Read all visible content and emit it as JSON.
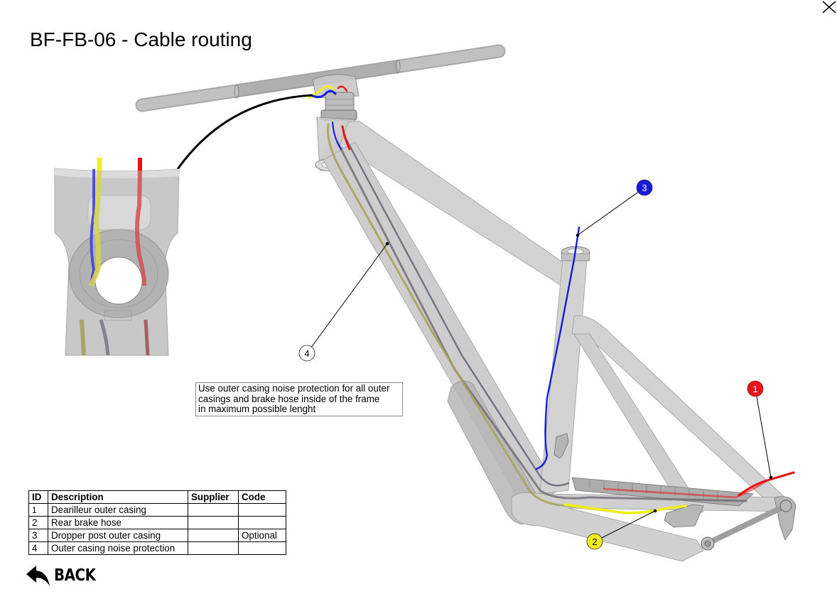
{
  "page": {
    "title": "BF-FB-06 - Cable routing",
    "close_icon": "close-x-icon"
  },
  "colors": {
    "derailleur_casing": "#e8141b",
    "brake_hose": "#f2ee1c",
    "dropper_casing": "#1a1adc",
    "noise_protection_callout": "#ffffff",
    "frame": "#b8b8b8"
  },
  "callouts": [
    {
      "id": "1",
      "color": "#e8141b",
      "text_color": "#ffffff",
      "target": "Dearilleur outer casing"
    },
    {
      "id": "2",
      "color": "#f2ee1c",
      "text_color": "#000000",
      "target": "Rear brake hose"
    },
    {
      "id": "3",
      "color": "#1a1adc",
      "text_color": "#ffffff",
      "target": "Dropper post outer casing"
    },
    {
      "id": "4",
      "color": "#ffffff",
      "text_color": "#000000",
      "target": "Outer casing noise protection"
    }
  ],
  "note": {
    "lines": [
      "Use outer casing noise protection for all outer",
      "casings and brake hose inside of the frame",
      "in maximum possible lenght"
    ]
  },
  "parts_table": {
    "headers": {
      "id": "ID",
      "description": "Description",
      "supplier": "Supplier",
      "code": "Code"
    },
    "rows": [
      {
        "id": "1",
        "description": "Dearilleur outer casing",
        "supplier": "",
        "code": ""
      },
      {
        "id": "2",
        "description": "Rear brake hose",
        "supplier": "",
        "code": ""
      },
      {
        "id": "3",
        "description": "Dropper post outer casing",
        "supplier": "",
        "code": "Optional"
      },
      {
        "id": "4",
        "description": "Outer casing noise protection",
        "supplier": "",
        "code": ""
      }
    ]
  },
  "back_button": {
    "label": "BACK",
    "icon": "reply-arrow-icon"
  }
}
